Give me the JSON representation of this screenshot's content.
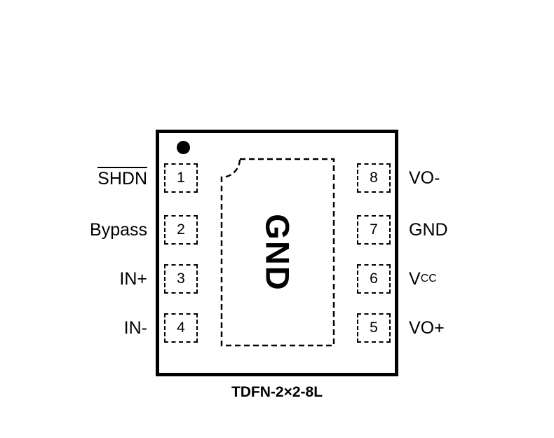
{
  "canvas": {
    "background": "#ffffff",
    "line_color": "#000000"
  },
  "package": {
    "caption": "TDFN-2×2-8L",
    "center_pad_label": "GND",
    "pin1_indicator_icon": "filled-dot"
  },
  "pins_left": [
    {
      "number": "1",
      "label": "SHDN",
      "overline": true
    },
    {
      "number": "2",
      "label": "Bypass",
      "overline": false
    },
    {
      "number": "3",
      "label": "IN+",
      "overline": false
    },
    {
      "number": "4",
      "label": "IN-",
      "overline": false
    }
  ],
  "pins_right": [
    {
      "number": "8",
      "label": "VO-",
      "label_sub": ""
    },
    {
      "number": "7",
      "label": "GND",
      "label_sub": ""
    },
    {
      "number": "6",
      "label": "V",
      "label_sub": "CC"
    },
    {
      "number": "5",
      "label": "VO+",
      "label_sub": ""
    }
  ]
}
